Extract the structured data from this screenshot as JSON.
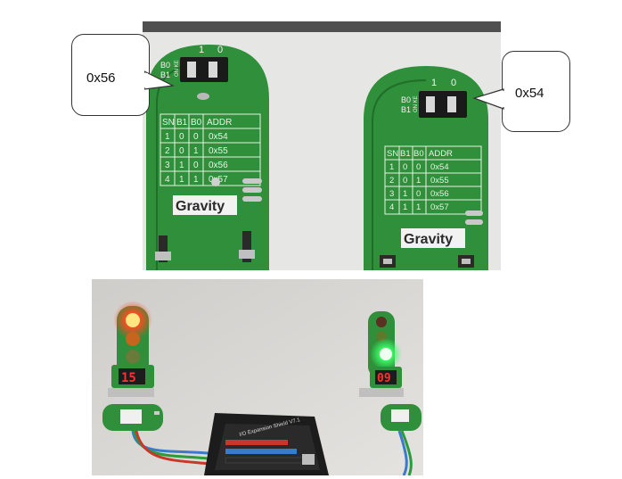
{
  "colors": {
    "pcb_green": "#2f8f3a",
    "pcb_dark": "#1f6e2a",
    "red_led": "#ff3a20",
    "green_led": "#4dff6a",
    "background": "#ffffff"
  },
  "callouts": {
    "left": "0x56",
    "right": "0x54"
  },
  "board_left": {
    "switch_top_labels": [
      "1",
      "0"
    ],
    "switch_row_labels": [
      "B0",
      "B1"
    ],
    "switch_side_text": "ON KE",
    "table_header": [
      "SN",
      "B1",
      "B0",
      "ADDR"
    ],
    "table_rows": [
      [
        "1",
        "0",
        "0",
        "0x54"
      ],
      [
        "2",
        "0",
        "1",
        "0x55"
      ],
      [
        "3",
        "1",
        "0",
        "0x56"
      ],
      [
        "4",
        "1",
        "1",
        "0x57"
      ]
    ],
    "logo": "Gravity"
  },
  "board_right": {
    "switch_top_labels": [
      "1",
      "0"
    ],
    "switch_row_labels": [
      "B0",
      "B1"
    ],
    "switch_side_text": "ON KE",
    "table_header": [
      "SN",
      "B1",
      "B0",
      "ADDR"
    ],
    "table_rows": [
      [
        "1",
        "0",
        "0",
        "0x54"
      ],
      [
        "2",
        "0",
        "1",
        "0x55"
      ],
      [
        "3",
        "1",
        "0",
        "0x56"
      ],
      [
        "4",
        "1",
        "1",
        "0x57"
      ]
    ],
    "logo": "Gravity"
  },
  "bottom_photo": {
    "left_display": "15",
    "right_display": "09",
    "shield_text": "I/O Expansion Shield V7.1"
  }
}
